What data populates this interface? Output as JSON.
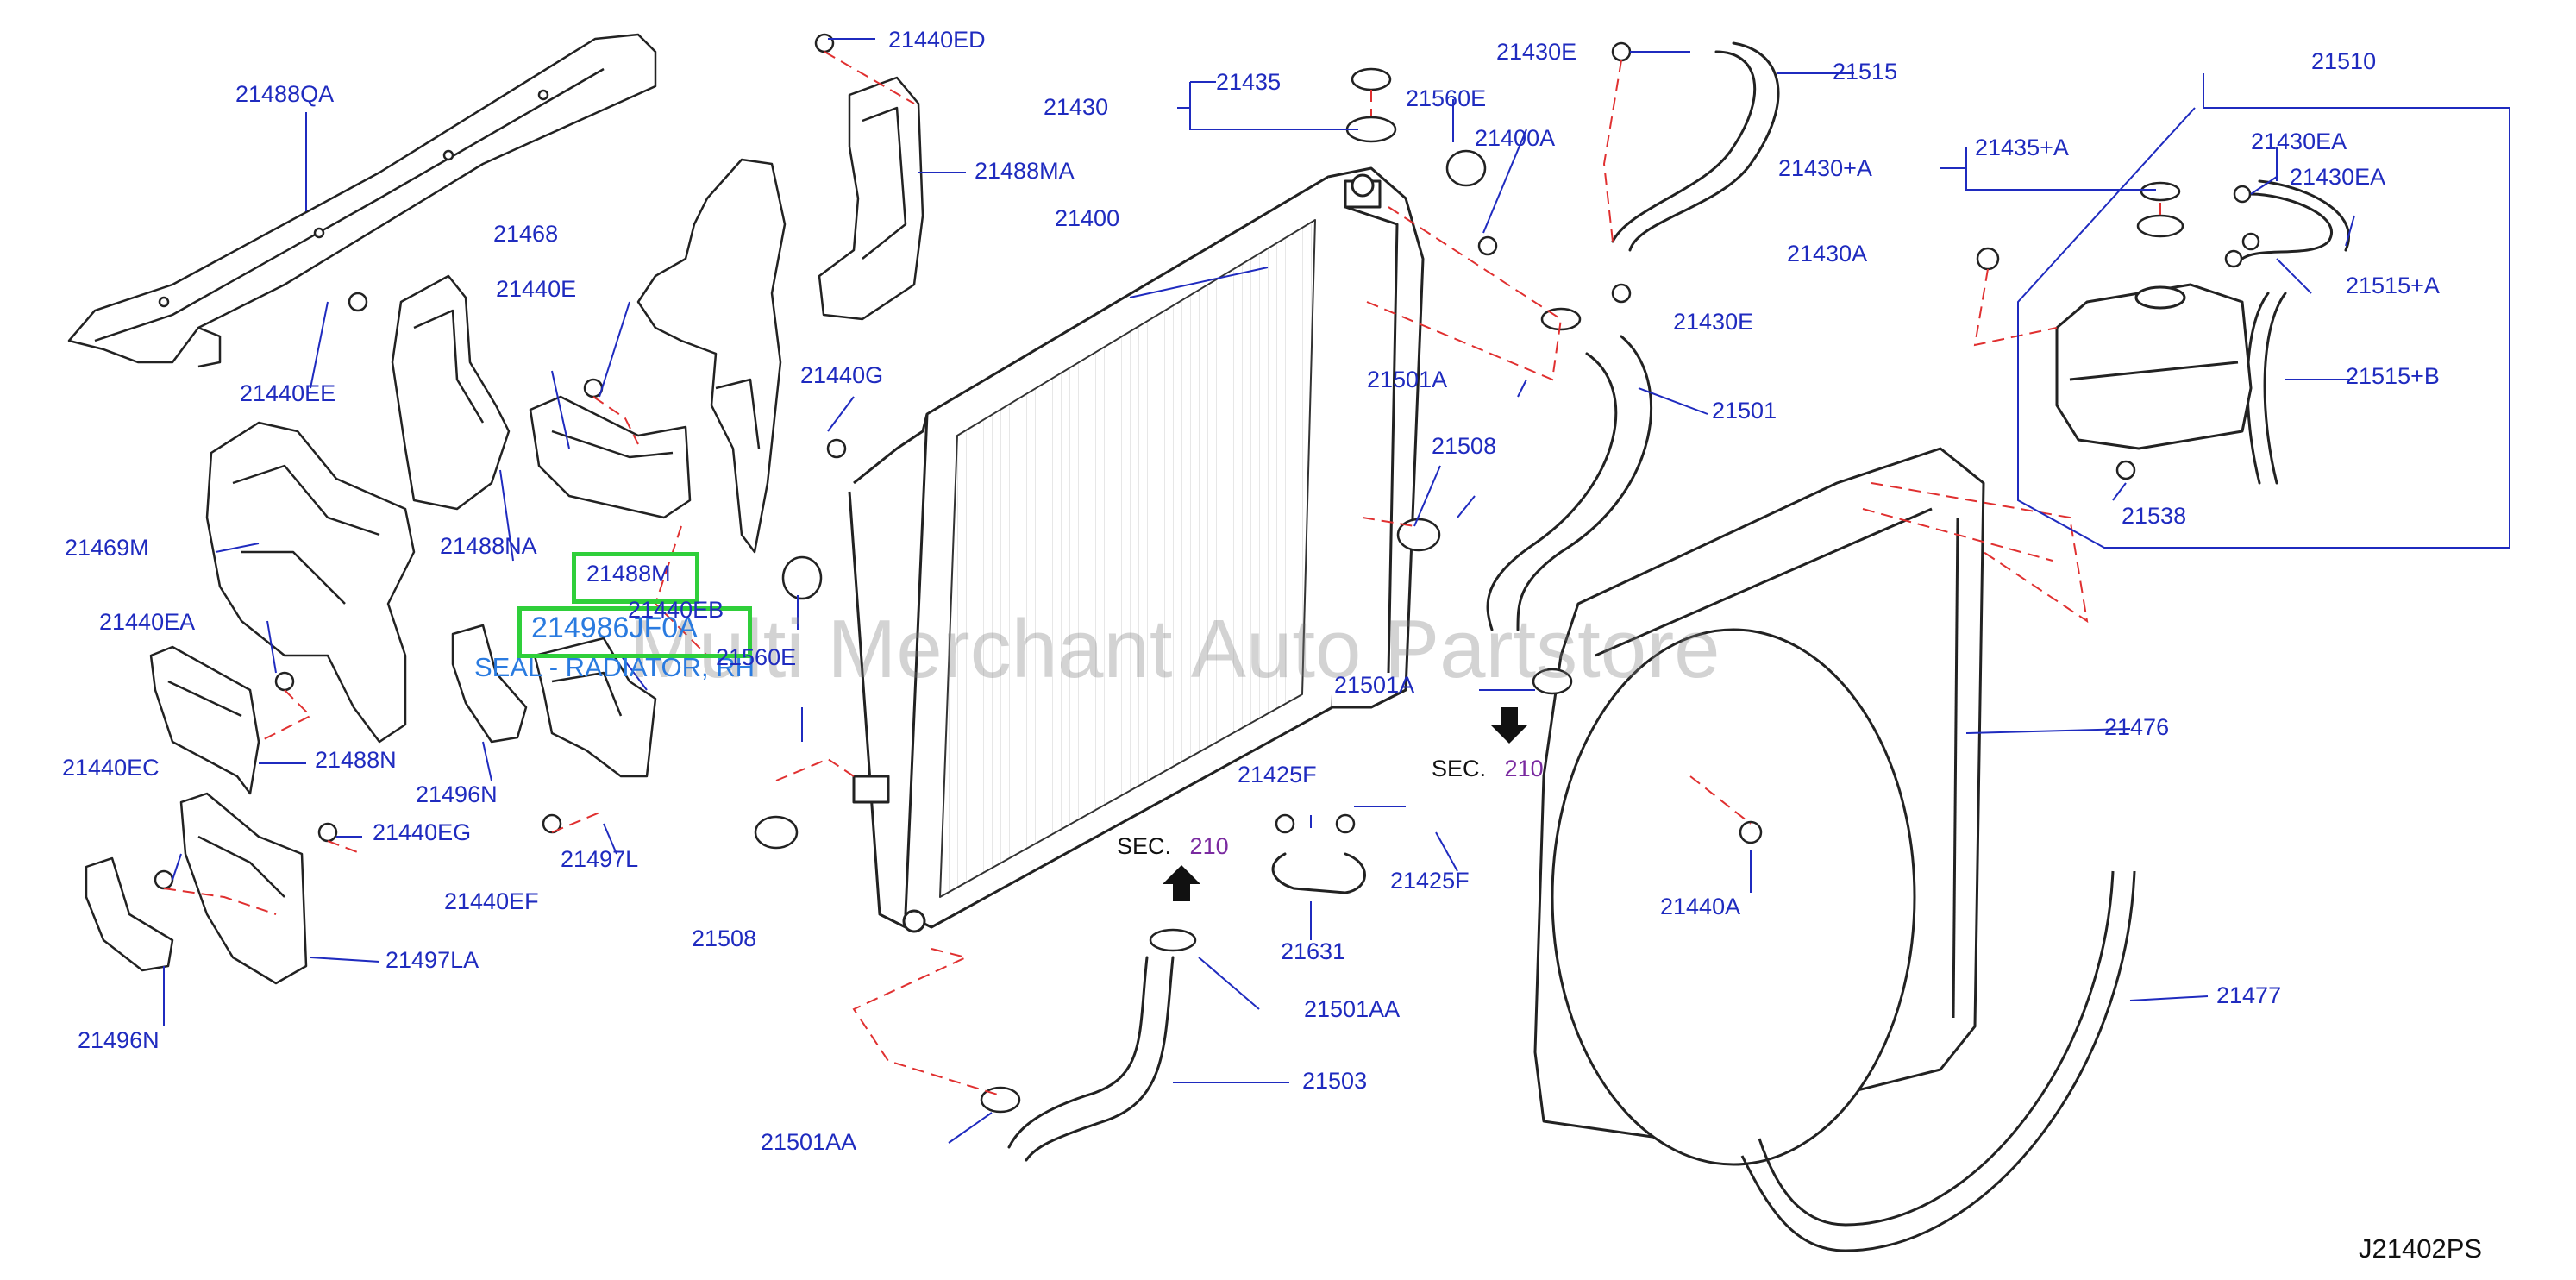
{
  "colors": {
    "label": "#1f2bbf",
    "line": "#1f2bbf",
    "dashed": "#e03030",
    "part_stroke": "#222222",
    "highlight": "#2fcf3a",
    "highlight_text": "#2a7be0",
    "section_number": "#7a2aa0"
  },
  "diagram_code": "J21402PS",
  "watermark": "Multi Merchant Auto Partstore",
  "highlight": {
    "box_label": "21488M",
    "part_number": "214986JF0A",
    "description": "SEAL - RADIATOR, RH"
  },
  "section_refs": [
    {
      "prefix": "SEC.",
      "number": "210"
    },
    {
      "prefix": "SEC.",
      "number": "210"
    }
  ],
  "labels": [
    "21488QA",
    "21440ED",
    "21488MA",
    "21430",
    "21435",
    "21560E",
    "21400A",
    "21430E",
    "21515",
    "21510",
    "21435+A",
    "21430+A",
    "21430EA",
    "21430EA",
    "21468",
    "21440E",
    "21440EE",
    "21400",
    "21430A",
    "21515+A",
    "21430E",
    "21501A",
    "21501",
    "21515+B",
    "21440G",
    "21508",
    "21538",
    "21469M",
    "21488NA",
    "21440EB",
    "21560E",
    "21440EA",
    "21488N",
    "21501A",
    "21476",
    "21496N",
    "21425F",
    "21440EC",
    "21440EG",
    "21497L",
    "21440EF",
    "21425F",
    "21440A",
    "21508",
    "21631",
    "21497LA",
    "21501AA",
    "21477",
    "21496N",
    "21503",
    "21501AA"
  ]
}
